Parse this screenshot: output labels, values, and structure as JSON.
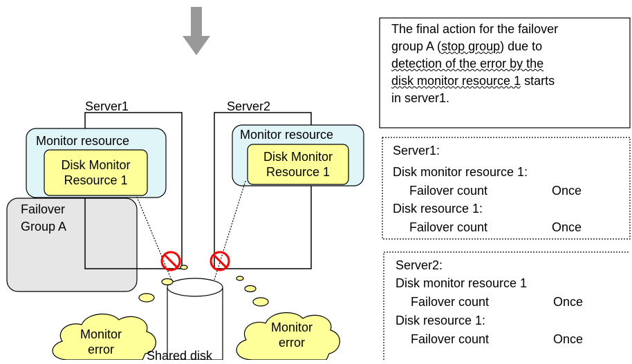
{
  "servers": {
    "server1": "Server1",
    "server2": "Server2"
  },
  "monitor_resource": {
    "left_title": "Monitor resource",
    "right_title": "Monitor resource",
    "left_dmr_line1": "Disk Monitor",
    "left_dmr_line2": "Resource 1",
    "right_dmr_line1": "Disk Monitor",
    "right_dmr_line2": "Resource 1"
  },
  "failover_group": {
    "line1": "Failover",
    "line2": "Group A"
  },
  "shared_disk": "Shared disk",
  "clouds": {
    "left_line1": "Monitor",
    "left_line2": "error",
    "right_line1": "Monitor",
    "right_line2": "error"
  },
  "final_action": {
    "line1": "The final action for the failover",
    "line2_pre": "group A (",
    "line2_wavy": "stop group",
    "line2_post": ") due to",
    "line3": "detection of the error by the",
    "line4_ul": "disk monitor resource 1",
    "line4_post": " starts",
    "line5": "in server1."
  },
  "server1_counts": {
    "title": "Server1:",
    "dm_label": "Disk monitor resource 1:",
    "dm_key": "Failover count",
    "dm_value": "Once",
    "dr_label": "Disk resource 1:",
    "dr_key": "Failover count",
    "dr_value": "Once"
  },
  "server2_counts": {
    "title": "Server2:",
    "dm_label": "Disk monitor resource 1",
    "dm_key": "Failover count",
    "dm_value": "Once",
    "dr_label": "Disk resource 1:",
    "dr_key": "Failover count",
    "dr_value": "Once"
  },
  "colors": {
    "arrow": "#999999",
    "monitor_fill": "#dff5f7",
    "dmr_fill": "#ffff99",
    "failover_fill": "#e6e6e6",
    "cloud_fill": "#ffff99",
    "prohibit": "#ff0000"
  },
  "icons": [
    "down-arrow-icon",
    "prohibit-icon",
    "cloud-shape",
    "cylinder-shape"
  ]
}
